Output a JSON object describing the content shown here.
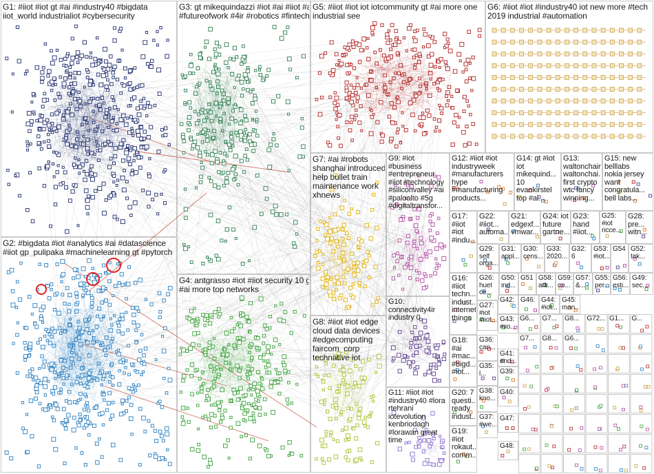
{
  "colors": {
    "background": "#ffffff",
    "box_border": "#c9c9c9",
    "edge": "#8a8a8a",
    "edge_highlight": "#c0392b",
    "g1": "#1f2d6b",
    "g2": "#2a7fc0",
    "g3": "#2e7d4f",
    "g4": "#3aa03a",
    "g5": "#b22222",
    "g6": "#c8a24a",
    "g7": "#e0b000",
    "g8": "#a8c02a",
    "g9": "#b04aa0",
    "g10": "#5a3a8a",
    "g11": "#8a6fd0",
    "misc": "#6a6a6a"
  },
  "groups": [
    {
      "id": "G1",
      "label_lines": [
        "G1: #iiot #iot gt #ai #industry40 #bigdata",
        "iiot_world industrialiot #cybersecurity"
      ]
    },
    {
      "id": "G2",
      "label_lines": [
        "G2: #bigdata #iot #analytics #ai #datascience",
        "#iiot gp_pulipaka #machinelearning gt #pytorch"
      ]
    },
    {
      "id": "G3",
      "label_lines": [
        "G3: gt mikequindazzi #iot #ai #iiot #ar",
        "#futureofwork #4ir #robotics #fintech"
      ]
    },
    {
      "id": "G4",
      "label_lines": [
        "G4: antgrasso #iot #iiot security 10 gt",
        "#ai more top networks"
      ]
    },
    {
      "id": "G5",
      "label_lines": [
        "G5: #iiot #iot iot iotcommunity gt #ai more one",
        "industrial see"
      ]
    },
    {
      "id": "G6",
      "label_lines": [
        "G6: #iiot #iot #industry40 iot new more #tech",
        "2019 industrial #automation"
      ]
    },
    {
      "id": "G7",
      "label_lines": [
        "G7: #ai #robots",
        "shanghai introduced",
        "help bullet train",
        "maintenance work",
        "xhnews"
      ]
    },
    {
      "id": "G8",
      "label_lines": [
        "G8: #iiot #iot edge",
        "cloud data devices",
        "#edgecomputing",
        "faircom_corp",
        "technative iot"
      ]
    },
    {
      "id": "G9",
      "label_lines": [
        "G9: #iot",
        "#business",
        "#entrepreneur",
        "#iiot #technology",
        "#siliconvalley #ai",
        "#paloalto #5g",
        "#digitaltransfor..."
      ]
    },
    {
      "id": "G10",
      "label_lines": [
        "G10:",
        "connectivity4ir",
        "industry 0"
      ]
    },
    {
      "id": "G11",
      "label_lines": [
        "G11: #iiot #iot",
        "#industry40 #lora",
        "rtehrani",
        "iotevolution",
        "kenbriodagh",
        "#lorawan great",
        "time"
      ]
    },
    {
      "id": "G12",
      "label_lines": [
        "G12: #iiot #iot",
        "industryweek",
        "#manufacturers",
        "hype",
        "#manufacturing",
        "products..."
      ]
    },
    {
      "id": "G13",
      "label_lines": [
        "G13:",
        "waltonchain",
        "waltonchai...",
        "first crypto",
        "wtc fancy",
        "winning..."
      ]
    },
    {
      "id": "G14",
      "label_lines": [
        "G14: gt #iot",
        "iot",
        "mikequind...",
        "10",
        "evankirstel",
        "top #ai..."
      ]
    },
    {
      "id": "G15",
      "label_lines": [
        "G15: new",
        "belllabs",
        "nokia jersey",
        "want",
        "congratula...",
        "bell labs..."
      ]
    },
    {
      "id": "G16",
      "label_lines": [
        "G16:",
        "#iiot",
        "techn...",
        "indust...",
        "internet",
        "things"
      ]
    },
    {
      "id": "G17",
      "label_lines": [
        "G17:",
        "#iiot",
        "#iot",
        "#indu..."
      ]
    },
    {
      "id": "G18",
      "label_lines": [
        "G18:",
        "#ai",
        "#mac...",
        "#bigd...",
        "#iot..."
      ]
    },
    {
      "id": "G19",
      "label_lines": [
        "G19:",
        "#iot",
        "rokaut...",
        "comm..."
      ]
    },
    {
      "id": "G20",
      "label_lines": [
        "G20: 7",
        "questi...",
        "ready",
        "indust..."
      ]
    },
    {
      "id": "G21",
      "label_lines": [
        "G21:",
        "edgexf...",
        "vmwar..."
      ]
    },
    {
      "id": "G22",
      "label_lines": [
        "G22:",
        "#iiot...",
        "automa..."
      ]
    },
    {
      "id": "G23",
      "label_lines": [
        "G23:",
        "hand",
        "#iiot..."
      ]
    },
    {
      "id": "G24",
      "label_lines": [
        "G24: iot",
        "future",
        "gartne..."
      ]
    },
    {
      "id": "G25",
      "label_lines": [
        "G25:",
        "#iot",
        "ricce..."
      ]
    },
    {
      "id": "G26",
      "label_lines": [
        "G26:",
        "huel",
        "ce..."
      ]
    },
    {
      "id": "G27",
      "label_lines": [
        "G27:",
        "#iot",
        "#iiot..."
      ]
    },
    {
      "id": "G28",
      "label_lines": [
        "G28:",
        "pre...",
        "witn..."
      ]
    },
    {
      "id": "G29",
      "label_lines": [
        "G29:",
        "self",
        "orga..."
      ]
    },
    {
      "id": "G30",
      "label_lines": [
        "G30:",
        "cens..."
      ]
    },
    {
      "id": "G31",
      "label_lines": [
        "G31:",
        "appl..."
      ]
    },
    {
      "id": "G32",
      "label_lines": [
        "G32:",
        "6"
      ]
    },
    {
      "id": "G33",
      "label_lines": [
        "G33:",
        "2020..."
      ]
    },
    {
      "id": "G35",
      "label_lines": [
        "G35:",
        "l..."
      ]
    },
    {
      "id": "G36",
      "label_lines": [
        "G36:",
        "can..."
      ]
    },
    {
      "id": "G37",
      "label_lines": [
        "G37:",
        "#we..."
      ]
    },
    {
      "id": "G38",
      "label_lines": [
        "G38:",
        "kno..."
      ]
    },
    {
      "id": "G39",
      "label_lines": [
        "G39:"
      ]
    },
    {
      "id": "G40",
      "label_lines": [
        "G40:"
      ]
    },
    {
      "id": "G41",
      "label_lines": [
        "G41:",
        "end..."
      ]
    },
    {
      "id": "G42",
      "label_lines": [
        "G42:"
      ]
    },
    {
      "id": "G43",
      "label_lines": [
        "G43:",
        "#iio..."
      ]
    },
    {
      "id": "G44",
      "label_lines": [
        "G44:",
        "#iot..."
      ]
    },
    {
      "id": "G45",
      "label_lines": [
        "G45:",
        "man..."
      ]
    },
    {
      "id": "G46",
      "label_lines": [
        "G46:"
      ]
    },
    {
      "id": "G47",
      "label_lines": [
        "G47:"
      ]
    },
    {
      "id": "G48",
      "label_lines": [
        "G48:"
      ]
    },
    {
      "id": "G49",
      "label_lines": [
        "G49:",
        "sec..."
      ]
    },
    {
      "id": "G50",
      "label_lines": [
        "G50:",
        "ind..."
      ]
    },
    {
      "id": "G51",
      "label_lines": [
        "G51"
      ]
    },
    {
      "id": "G52",
      "label_lines": [
        "G52:",
        "tak..."
      ]
    },
    {
      "id": "G53",
      "label_lines": [
        "G53:",
        "#iot..."
      ]
    },
    {
      "id": "G54",
      "label_lines": [
        "G54"
      ]
    },
    {
      "id": "G55",
      "label_lines": [
        "G55:",
        "per..."
      ]
    },
    {
      "id": "G56",
      "label_lines": [
        "G56:",
        "esti..."
      ]
    },
    {
      "id": "G57",
      "label_lines": [
        "G57:",
        "&..."
      ]
    },
    {
      "id": "G58",
      "label_lines": [
        "G58:",
        "arti..."
      ]
    },
    {
      "id": "G59",
      "label_lines": [
        "G59:",
        "co..."
      ]
    }
  ],
  "small_cluster_labels": [
    "G6...",
    "G7...",
    "G8...",
    "G72...",
    "G1...",
    "G...",
    "G7...",
    "G8...",
    "G6..."
  ]
}
